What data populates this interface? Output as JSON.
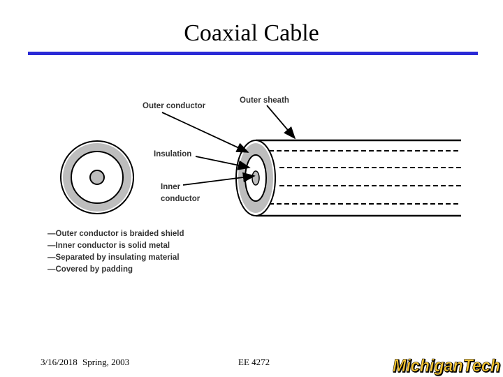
{
  "slide": {
    "title": "Coaxial Cable",
    "rule_color": "#2a2ad6"
  },
  "diagram": {
    "labels": {
      "outer_conductor": "Outer conductor",
      "outer_sheath": "Outer sheath",
      "insulation": "Insulation",
      "inner_line1": "Inner",
      "inner_line2": "conductor"
    },
    "notes": [
      "—Outer conductor is braided shield",
      "—Inner conductor is solid metal",
      "—Separated by insulating material",
      "—Covered by padding"
    ],
    "ring_color": "#bdbdbd"
  },
  "footer": {
    "date": "3/16/2018",
    "term": "Spring, 2003",
    "course": "EE 4272",
    "logo_text": "MichiganTech",
    "logo_icon": "michigan-tech-logo"
  }
}
